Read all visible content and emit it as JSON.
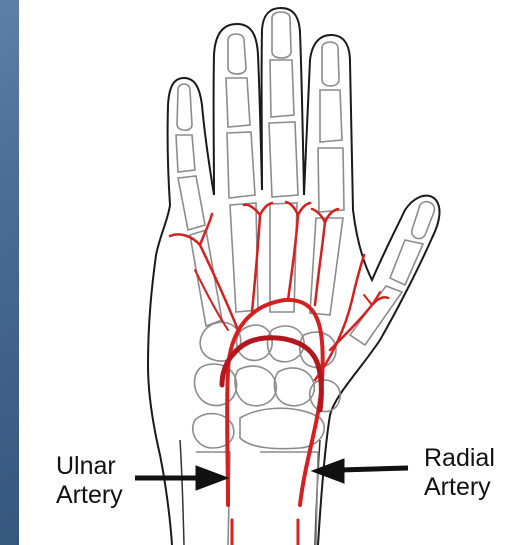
{
  "colors": {
    "left_band": "#4a6d98",
    "artery": "#d42020",
    "deep_arch": "#b3161c",
    "bone_line": "#8c8c8c",
    "outline": "#1a1a1a"
  },
  "labels": {
    "ulnar_line1": "Ulnar",
    "ulnar_line2": "Artery",
    "radial_line1": "Radial",
    "radial_line2": "Artery"
  }
}
